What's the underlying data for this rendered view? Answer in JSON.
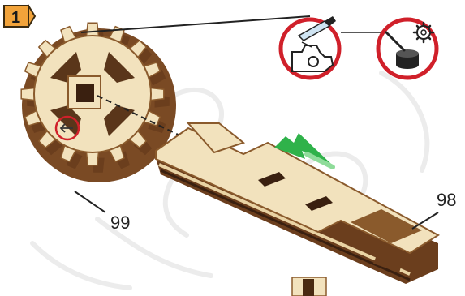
{
  "step": {
    "number": "1"
  },
  "parts": [
    {
      "id": "gear",
      "label": "99"
    },
    {
      "id": "bar",
      "label": "98"
    }
  ],
  "icons": {
    "tool_1": "cut-away-gear-icon",
    "tool_2": "apply-lubricant-icon"
  },
  "colors": {
    "badge_fill": "#f2a33a",
    "badge_stroke": "#3a2a10",
    "wood_light": "#f2e2bd",
    "wood_dark": "#7a4a24",
    "arrow_green": "#2fb24a",
    "icon_ring": "#d0202a",
    "hint_circle": "#d0202a"
  }
}
